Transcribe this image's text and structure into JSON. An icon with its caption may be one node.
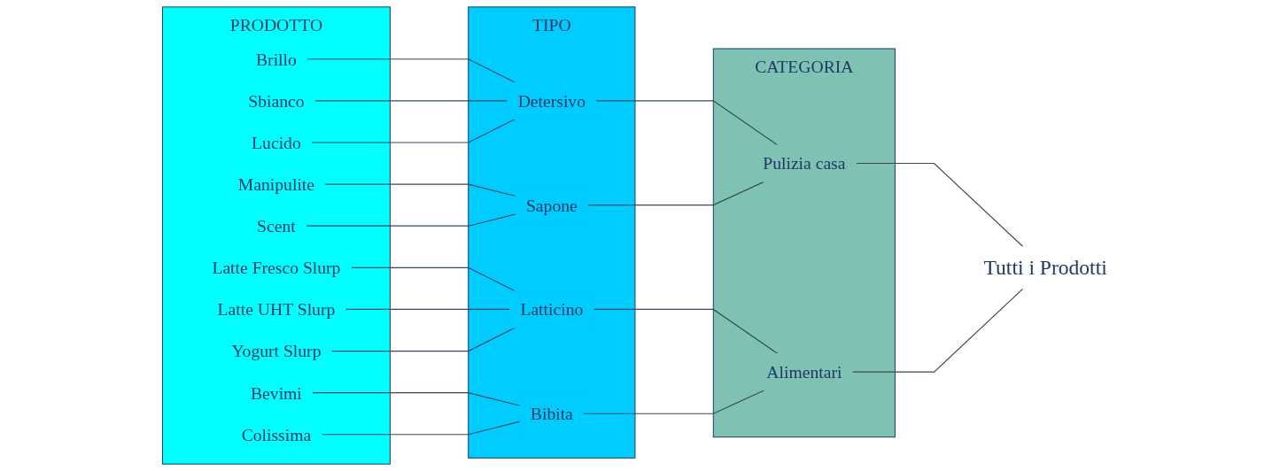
{
  "diagram": {
    "nodes": [
      {
        "text": [
          "PRODOTTO"
        ]
      },
      {
        "text": [
          "Brillo"
        ],
        "in": 0
      },
      {
        "text": [
          "Sbianco"
        ],
        "in": 0
      },
      {
        "text": [
          "Lucido"
        ],
        "in": 0
      },
      {
        "text": [
          "Manipulite"
        ],
        "in": 0
      },
      {
        "text": [
          "Scent"
        ],
        "in": 0
      },
      {
        "text": [
          "Latte Fresco Slurp"
        ],
        "in": 0
      },
      {
        "text": [
          "Latte UHT Slurp"
        ],
        "in": 0
      },
      {
        "text": [
          "Yogurt Slurp"
        ],
        "in": 0
      },
      {
        "text": [
          "Bevimi"
        ],
        "in": 0
      },
      {
        "text": [
          "Colissima"
        ],
        "in": 0
      },
      {
        "text": [
          "TIPO"
        ]
      },
      {
        "text": [
          "Detersivo"
        ],
        "in": 11
      },
      {
        "text": [
          "Sapone"
        ],
        "in": 11
      },
      {
        "text": [
          "Latticino"
        ],
        "in": 11
      },
      {
        "text": [
          "Bibita"
        ],
        "in": 11
      },
      {
        "text": [
          "CATEGORIA"
        ]
      },
      {
        "text": [
          "Pulizia casa"
        ],
        "in": 16
      },
      {
        "text": [
          "Alimentari"
        ],
        "in": 16
      },
      {
        "text": [
          "Tutti i Prodotti"
        ]
      }
    ],
    "edges": [
      {
        "from": 1,
        "to": 12,
        "arrow": "none"
      },
      {
        "from": 2,
        "to": 12,
        "arrow": "none"
      },
      {
        "from": 3,
        "to": 12,
        "arrow": "none"
      },
      {
        "from": 4,
        "to": 13,
        "arrow": "none"
      },
      {
        "from": 5,
        "to": 13,
        "arrow": "none"
      },
      {
        "from": 6,
        "to": 14,
        "arrow": "none"
      },
      {
        "from": 7,
        "to": 14,
        "arrow": "none"
      },
      {
        "from": 8,
        "to": 14,
        "arrow": "none"
      },
      {
        "from": 9,
        "to": 15,
        "arrow": "none"
      },
      {
        "from": 10,
        "to": 15,
        "arrow": "none"
      },
      {
        "from": 12,
        "to": 17,
        "arrow": "none"
      },
      {
        "from": 13,
        "to": 17,
        "arrow": "none"
      },
      {
        "from": 14,
        "to": 18,
        "arrow": "none"
      },
      {
        "from": 15,
        "to": 18,
        "arrow": "none"
      },
      {
        "from": 17,
        "to": 19,
        "arrow": "none"
      },
      {
        "from": 18,
        "to": 19,
        "arrow": "none"
      }
    ]
  }
}
